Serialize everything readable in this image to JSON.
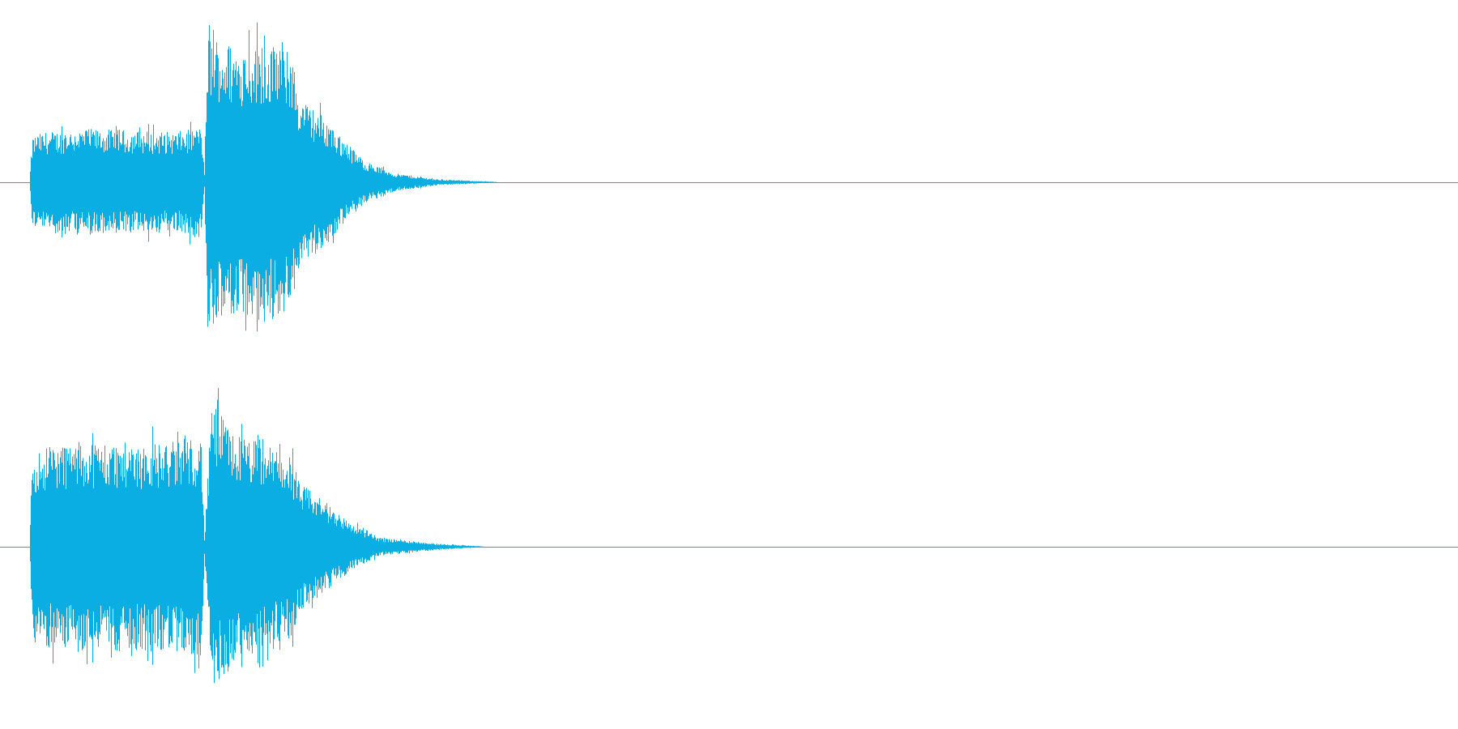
{
  "waveform": {
    "color": "#0aaee3",
    "background": "#ffffff",
    "channel_count": 2,
    "channels": [
      {
        "name": "",
        "envelope": [
          {
            "t": 0.0,
            "a": 0.0
          },
          {
            "t": 0.02,
            "a": 0.0
          },
          {
            "t": 0.022,
            "a": 0.3
          },
          {
            "t": 0.03,
            "a": 0.33
          },
          {
            "t": 0.06,
            "a": 0.35
          },
          {
            "t": 0.09,
            "a": 0.34
          },
          {
            "t": 0.12,
            "a": 0.33
          },
          {
            "t": 0.138,
            "a": 0.36
          },
          {
            "t": 0.14,
            "a": 0.05
          },
          {
            "t": 0.142,
            "a": 0.98
          },
          {
            "t": 0.16,
            "a": 0.9
          },
          {
            "t": 0.18,
            "a": 0.92
          },
          {
            "t": 0.2,
            "a": 0.85
          },
          {
            "t": 0.205,
            "a": 0.55
          },
          {
            "t": 0.22,
            "a": 0.45
          },
          {
            "t": 0.235,
            "a": 0.28
          },
          {
            "t": 0.25,
            "a": 0.14
          },
          {
            "t": 0.27,
            "a": 0.06
          },
          {
            "t": 0.3,
            "a": 0.02
          },
          {
            "t": 0.345,
            "a": 0.0
          },
          {
            "t": 1.0,
            "a": 0.0
          }
        ]
      },
      {
        "name": "",
        "envelope": [
          {
            "t": 0.0,
            "a": 0.0
          },
          {
            "t": 0.02,
            "a": 0.0
          },
          {
            "t": 0.022,
            "a": 0.62
          },
          {
            "t": 0.03,
            "a": 0.66
          },
          {
            "t": 0.06,
            "a": 0.7
          },
          {
            "t": 0.09,
            "a": 0.68
          },
          {
            "t": 0.12,
            "a": 0.69
          },
          {
            "t": 0.138,
            "a": 0.72
          },
          {
            "t": 0.14,
            "a": 0.05
          },
          {
            "t": 0.145,
            "a": 0.95
          },
          {
            "t": 0.16,
            "a": 0.75
          },
          {
            "t": 0.18,
            "a": 0.68
          },
          {
            "t": 0.2,
            "a": 0.6
          },
          {
            "t": 0.205,
            "a": 0.42
          },
          {
            "t": 0.22,
            "a": 0.32
          },
          {
            "t": 0.24,
            "a": 0.16
          },
          {
            "t": 0.26,
            "a": 0.06
          },
          {
            "t": 0.3,
            "a": 0.02
          },
          {
            "t": 0.335,
            "a": 0.0
          },
          {
            "t": 1.0,
            "a": 0.0
          }
        ]
      }
    ]
  }
}
